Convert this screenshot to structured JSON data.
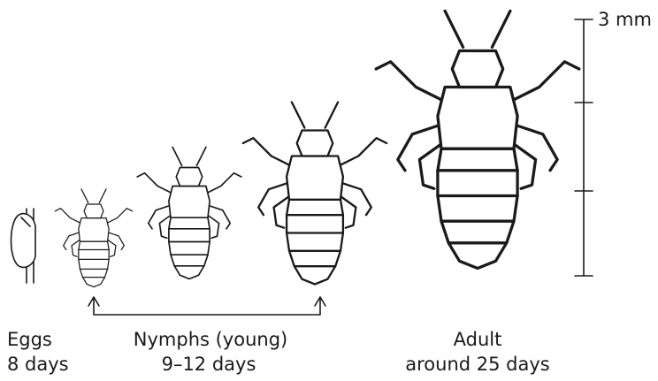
{
  "stages": [
    {
      "name": "Eggs",
      "duration": "8 days"
    },
    {
      "name": "Nymphs (young)",
      "duration": "9–12 days"
    },
    {
      "name": "Adult",
      "duration": "around 25 days"
    }
  ],
  "scale": {
    "label": "3 mm"
  }
}
